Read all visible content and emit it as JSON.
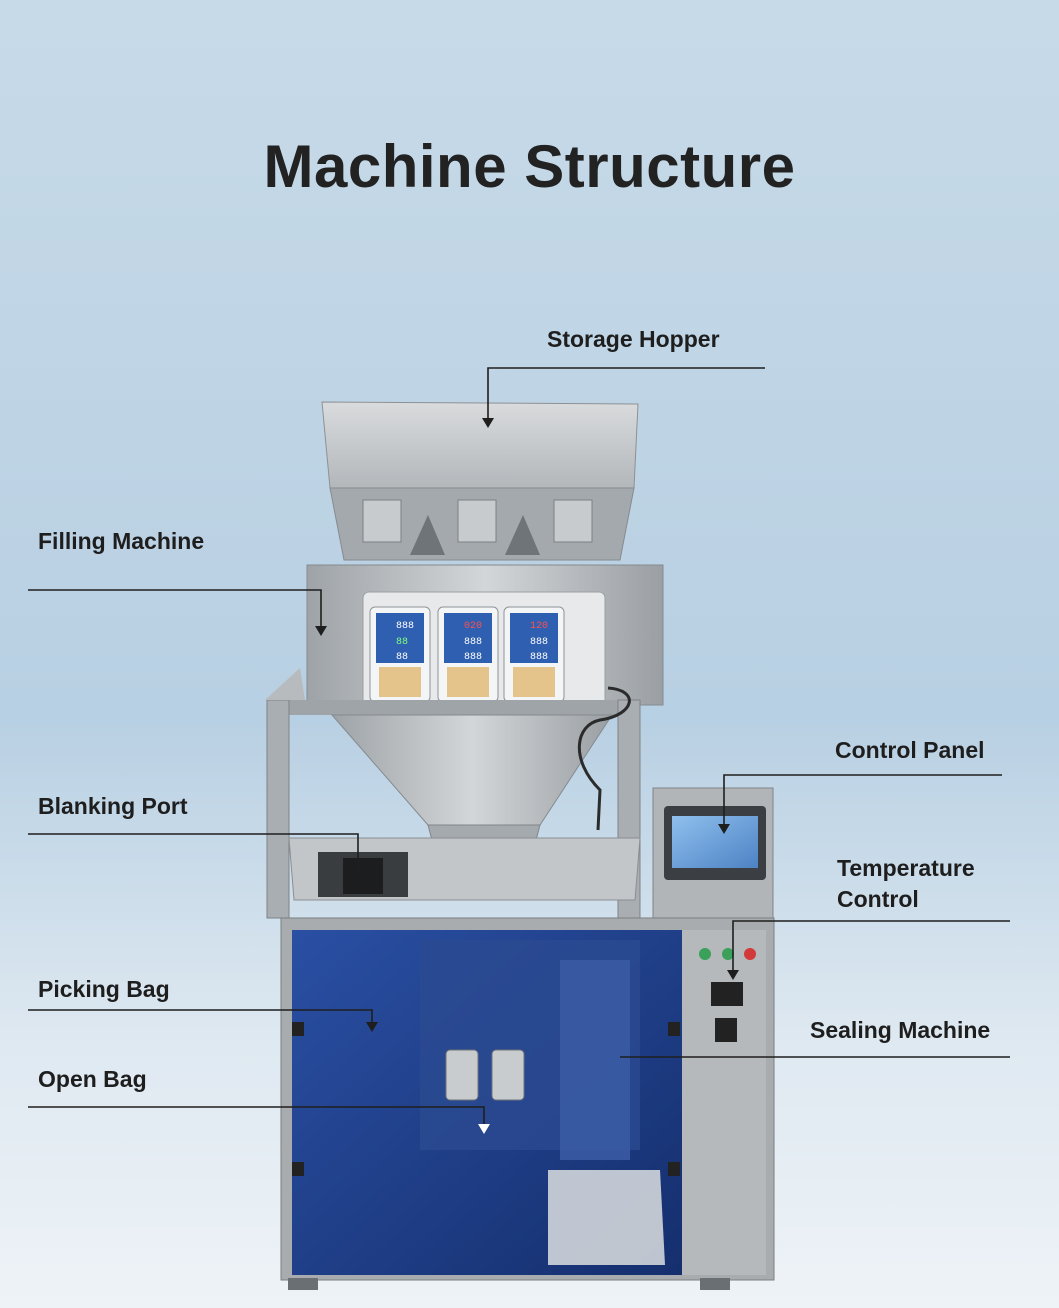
{
  "title": "Machine Structure",
  "colors": {
    "background_top": "#c9dcea",
    "background_bottom": "#e6eff5",
    "steel": "#b9bcbf",
    "steel_dark": "#7d8286",
    "blue_window": "#1e3f8c",
    "screen": "#6b9fd6",
    "label_text": "#1e1e1e"
  },
  "labels": {
    "storage_hopper": "Storage Hopper",
    "filling_machine": "Filling Machine",
    "control_panel": "Control Panel",
    "blanking_port": "Blanking Port",
    "temperature_control": "Temperature\nControl",
    "picking_bag": "Picking Bag",
    "sealing_machine": "Sealing Machine",
    "open_bag": "Open Bag"
  },
  "displays": {
    "head1": [
      "888",
      "88",
      "88"
    ],
    "head2": [
      "020",
      "888",
      "888"
    ],
    "head3": [
      "120",
      "888",
      "888"
    ]
  }
}
